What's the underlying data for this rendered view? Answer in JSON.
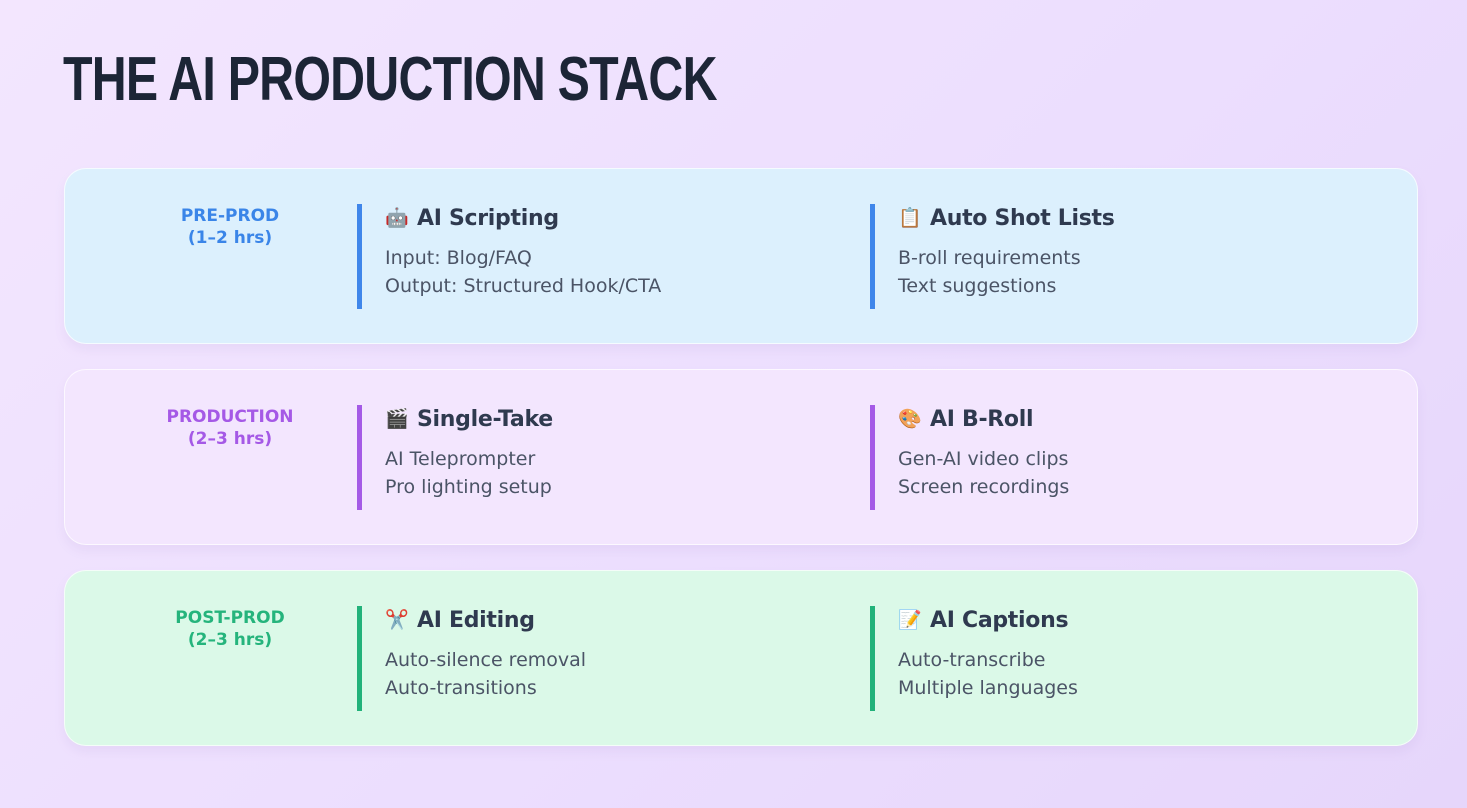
{
  "title": "THE AI PRODUCTION STACK",
  "colors": {
    "pre_prod": "#3a85e8",
    "production": "#a559e6",
    "post_prod": "#25b47c"
  },
  "rows": [
    {
      "stage": "PRE-PROD",
      "time": "(1–2 hrs)",
      "items": [
        {
          "icon": "robot-icon",
          "glyph": "🤖",
          "title": "AI Scripting",
          "lines": [
            "Input: Blog/FAQ",
            "Output: Structured Hook/CTA"
          ]
        },
        {
          "icon": "clipboard-icon",
          "glyph": "📋",
          "title": "Auto Shot Lists",
          "lines": [
            "B-roll requirements",
            "Text suggestions"
          ]
        }
      ]
    },
    {
      "stage": "PRODUCTION",
      "time": "(2–3 hrs)",
      "items": [
        {
          "icon": "clapperboard-icon",
          "glyph": "🎬",
          "title": "Single-Take",
          "lines": [
            "AI Teleprompter",
            "Pro lighting setup"
          ]
        },
        {
          "icon": "palette-icon",
          "glyph": "🎨",
          "title": "AI B-Roll",
          "lines": [
            "Gen-AI video clips",
            "Screen recordings"
          ]
        }
      ]
    },
    {
      "stage": "POST-PROD",
      "time": "(2–3 hrs)",
      "items": [
        {
          "icon": "scissors-icon",
          "glyph": "✂️",
          "title": "AI Editing",
          "lines": [
            "Auto-silence removal",
            "Auto-transitions"
          ]
        },
        {
          "icon": "memo-icon",
          "glyph": "📝",
          "title": "AI Captions",
          "lines": [
            "Auto-transcribe",
            "Multiple languages"
          ]
        }
      ]
    }
  ]
}
